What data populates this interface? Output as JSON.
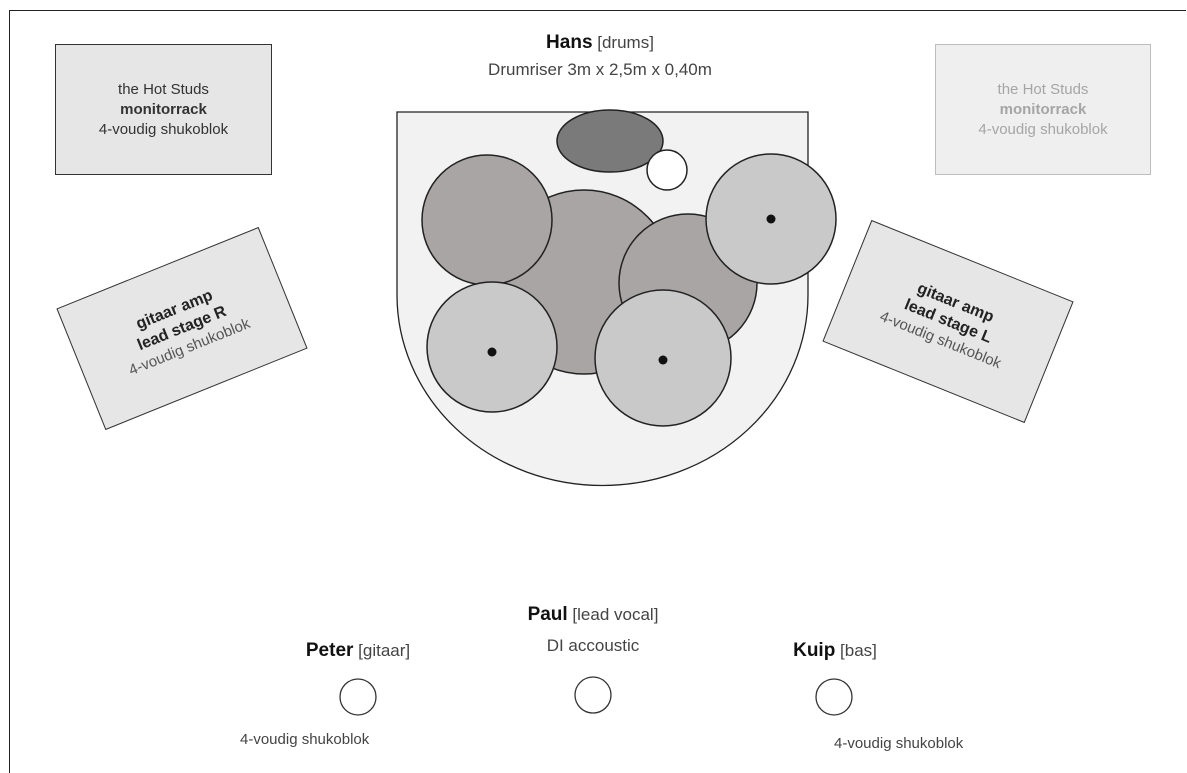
{
  "monitor_left": {
    "band": "the Hot Studs",
    "title": "monitorrack",
    "power": "4-voudig shukoblok"
  },
  "monitor_right": {
    "band": "the Hot Studs",
    "title": "monitorrack",
    "power": "4-voudig shukoblok"
  },
  "amp_right_stage": {
    "line1": "gitaar amp",
    "line2": "lead stage R",
    "power": "4-voudig shukoblok"
  },
  "amp_left_stage": {
    "line1": "gitaar amp",
    "line2": "lead stage L",
    "power": "4-voudig shukoblok"
  },
  "drums": {
    "name": "Hans",
    "role": "[drums]",
    "riser": "Drumriser 3m x 2,5m x 0,40m"
  },
  "vocal": {
    "name": "Paul",
    "role": "[lead vocal]",
    "note": "DI accoustic"
  },
  "guitar": {
    "name": "Peter",
    "role": "[gitaar]",
    "power": "4-voudig shukoblok"
  },
  "bass": {
    "name": "Kuip",
    "role": "[bas]",
    "power": "4-voudig shukoblok"
  },
  "colors": {
    "riser": "#f2f2f2",
    "drum_dark": "#7a7a7a",
    "drum_mid": "#aaa5a5",
    "cymbal": "#c9c9c9",
    "box_fill": "#e6e6e6"
  }
}
